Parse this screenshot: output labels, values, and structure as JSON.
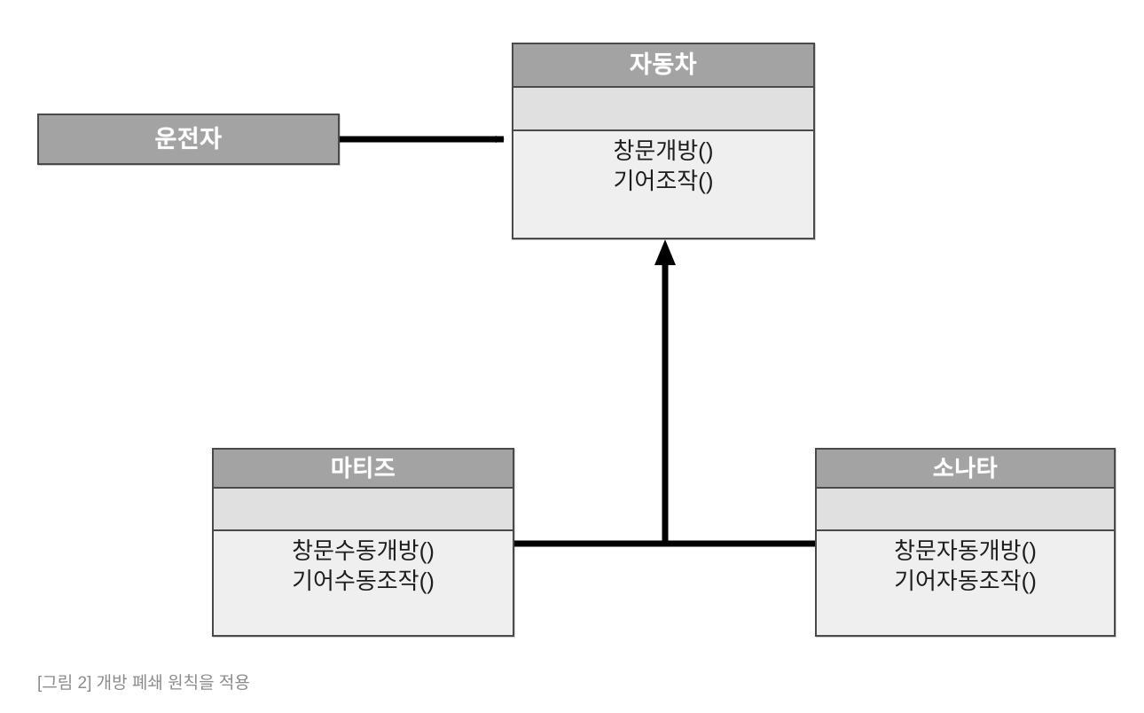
{
  "diagram": {
    "type": "uml-class-diagram",
    "language": "ko",
    "classes": [
      {
        "id": "driver",
        "name": "운전자",
        "compartments": [
          "name"
        ],
        "attributes": [],
        "methods": []
      },
      {
        "id": "car",
        "name": "자동차",
        "compartments": [
          "name",
          "attributes",
          "methods"
        ],
        "attributes": [],
        "methods": [
          "창문개방()",
          "기어조작()"
        ]
      },
      {
        "id": "matiz",
        "name": "마티즈",
        "compartments": [
          "name",
          "attributes",
          "methods"
        ],
        "attributes": [],
        "methods": [
          "창문수동개방()",
          "기어수동조작()"
        ]
      },
      {
        "id": "sonata",
        "name": "소나타",
        "compartments": [
          "name",
          "attributes",
          "methods"
        ],
        "attributes": [],
        "methods": [
          "창문자동개방()",
          "기어자동조작()"
        ]
      }
    ],
    "relationships": [
      {
        "id": "driver-uses-car",
        "from": "driver",
        "to": "car",
        "kind": "association",
        "arrowhead": "solid-filled",
        "label": ""
      },
      {
        "id": "matiz-inherits-car",
        "from": "matiz",
        "to": "car",
        "kind": "generalization",
        "arrowhead": "solid-filled",
        "label": ""
      },
      {
        "id": "sonata-inherits-car",
        "from": "sonata",
        "to": "car",
        "kind": "generalization",
        "arrowhead": "solid-filled",
        "label": ""
      }
    ]
  },
  "caption": {
    "text": "[그림 2] 개방 폐쇄 원칙을 적용"
  },
  "colors": {
    "header_fill": "#a3a3a3",
    "attribute_fill": "#e0e0e0",
    "method_fill": "#efefef",
    "border": "#4a4a4a",
    "connector": "#000000",
    "header_text": "#ffffff",
    "body_text": "#1d1d1d",
    "caption_text": "#8c8c8c",
    "background": "#ffffff"
  }
}
